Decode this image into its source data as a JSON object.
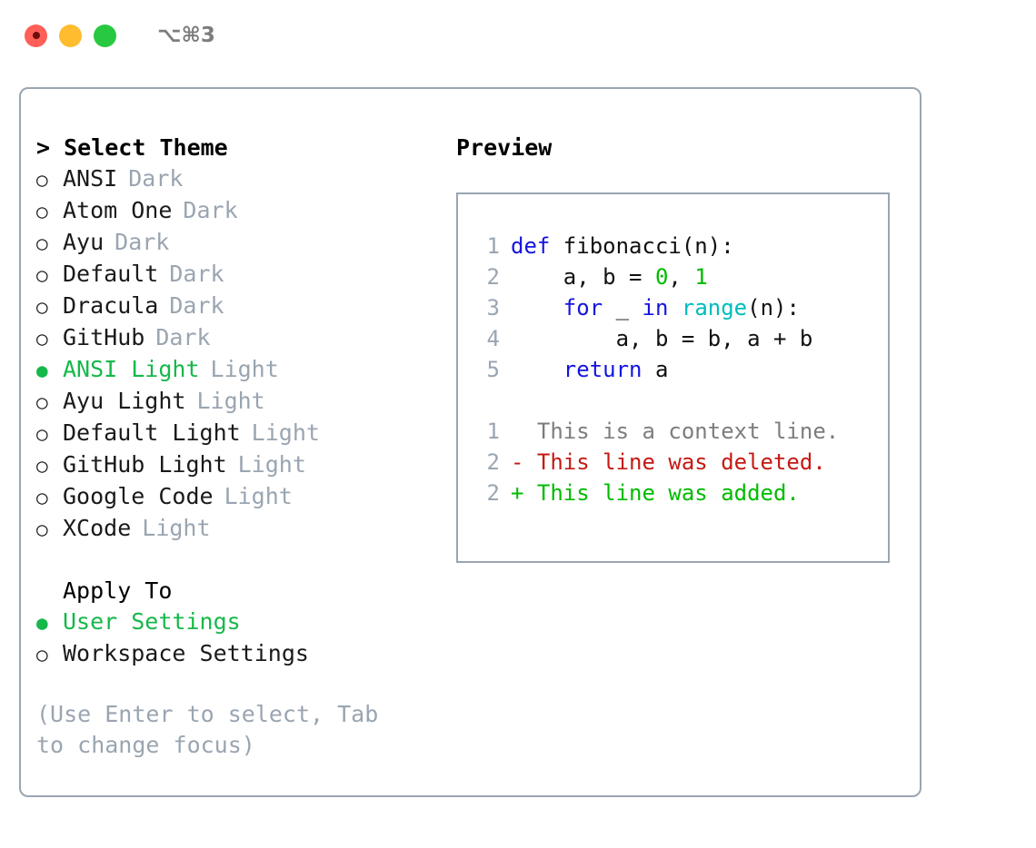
{
  "window": {
    "shortcut": "⌥⌘3",
    "lights": [
      {
        "name": "close",
        "color": "#ff5f57"
      },
      {
        "name": "minimize",
        "color": "#febc2e"
      },
      {
        "name": "maximize",
        "color": "#28c840"
      }
    ]
  },
  "theme_panel": {
    "header": "> Select Theme",
    "items": [
      {
        "marker": "○",
        "label": "ANSI",
        "tag": "Dark",
        "selected": false
      },
      {
        "marker": "○",
        "label": "Atom One",
        "tag": "Dark",
        "selected": false
      },
      {
        "marker": "○",
        "label": "Ayu",
        "tag": "Dark",
        "selected": false
      },
      {
        "marker": "○",
        "label": "Default",
        "tag": "Dark",
        "selected": false
      },
      {
        "marker": "○",
        "label": "Dracula",
        "tag": "Dark",
        "selected": false
      },
      {
        "marker": "○",
        "label": "GitHub",
        "tag": "Dark",
        "selected": false
      },
      {
        "marker": "●",
        "label": "ANSI Light",
        "tag": "Light",
        "selected": true
      },
      {
        "marker": "○",
        "label": "Ayu Light",
        "tag": "Light",
        "selected": false
      },
      {
        "marker": "○",
        "label": "Default Light",
        "tag": "Light",
        "selected": false
      },
      {
        "marker": "○",
        "label": "GitHub Light",
        "tag": "Light",
        "selected": false
      },
      {
        "marker": "○",
        "label": "Google Code",
        "tag": "Light",
        "selected": false
      },
      {
        "marker": "○",
        "label": "XCode",
        "tag": "Light",
        "selected": false
      }
    ]
  },
  "apply_to": {
    "header": "Apply To",
    "options": [
      {
        "marker": "●",
        "label": "User Settings",
        "selected": true
      },
      {
        "marker": "○",
        "label": "Workspace Settings",
        "selected": false
      }
    ]
  },
  "hint": "(Use Enter to select, Tab to change focus)",
  "preview": {
    "title": "Preview",
    "code_lines": [
      {
        "no": "1",
        "tokens": [
          {
            "t": "def",
            "c": "kw"
          },
          {
            "t": " fibonacci(n):",
            "c": "id"
          }
        ]
      },
      {
        "no": "2",
        "tokens": [
          {
            "t": "    a, b = ",
            "c": "id"
          },
          {
            "t": "0",
            "c": "num"
          },
          {
            "t": ", ",
            "c": "id"
          },
          {
            "t": "1",
            "c": "num"
          }
        ]
      },
      {
        "no": "3",
        "tokens": [
          {
            "t": "    ",
            "c": "id"
          },
          {
            "t": "for",
            "c": "kw"
          },
          {
            "t": " _ ",
            "c": "id"
          },
          {
            "t": "in",
            "c": "kw"
          },
          {
            "t": " ",
            "c": "id"
          },
          {
            "t": "range",
            "c": "fn"
          },
          {
            "t": "(n):",
            "c": "id"
          }
        ]
      },
      {
        "no": "4",
        "tokens": [
          {
            "t": "        a, b = b, a + b",
            "c": "id"
          }
        ]
      },
      {
        "no": "5",
        "tokens": [
          {
            "t": "    ",
            "c": "id"
          },
          {
            "t": "return",
            "c": "kw"
          },
          {
            "t": " a",
            "c": "id"
          }
        ]
      }
    ],
    "diff_lines": [
      {
        "no": "1",
        "text": "  This is a context line.",
        "kind": "ctx"
      },
      {
        "no": "2",
        "text": "- This line was deleted.",
        "kind": "del"
      },
      {
        "no": "2",
        "text": "+ This line was added.",
        "kind": "add"
      }
    ]
  },
  "colors": {
    "accent_green": "#16b84a",
    "muted": "#9aa5b1",
    "keyword": "#1414e0",
    "function": "#00bcbc",
    "number": "#00bb00",
    "diff_delete": "#c41a14",
    "diff_add": "#00bb00",
    "border": "#9aa5b1"
  }
}
